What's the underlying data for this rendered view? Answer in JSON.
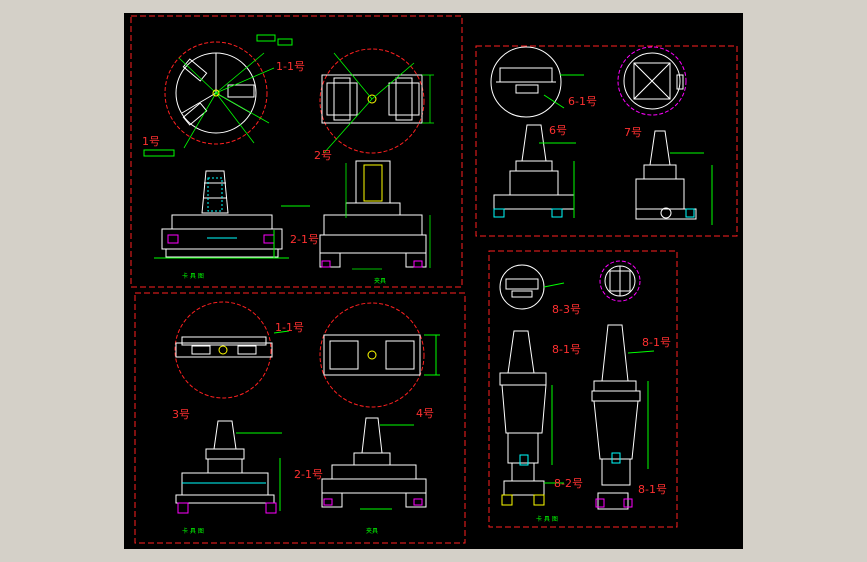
{
  "colors": {
    "background": "#000000",
    "frame": "#ff2020",
    "line_white": "#ffffff",
    "line_green": "#00ff00",
    "line_cyan": "#00ffff",
    "line_yellow": "#ffff00",
    "line_magenta": "#ff00ff",
    "label_red": "#ff3030",
    "chrome": "#d4d0c8"
  },
  "labels": {
    "l1_1a": "1-1号",
    "l1": "1号",
    "l2": "2号",
    "l2_1a": "2-1号",
    "l6": "6号",
    "l6_1": "6-1号",
    "l7": "7号",
    "l1_1b": "1-1号",
    "l3": "3号",
    "l4": "4号",
    "l2_1b": "2-1号",
    "l8_3": "8-3号",
    "l8_1a": "8-1号",
    "l8_1b": "8-1号",
    "l8_2": "8-2号",
    "l8_1c": "8-1号"
  },
  "captions": {
    "c1": "卡 具 图",
    "c2": "夹具",
    "c3": "卡 具 图",
    "c4": "夹具",
    "c5": "卡 具 图"
  }
}
